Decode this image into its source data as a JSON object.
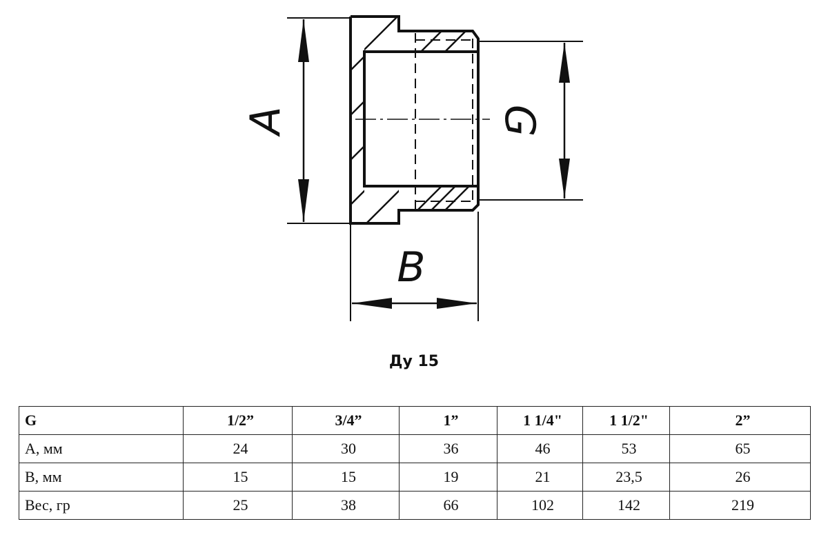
{
  "drawing": {
    "label_a": "A",
    "label_g": "G",
    "label_b": "B"
  },
  "caption": "Ду 15",
  "table": {
    "header": [
      "G",
      "1/2”",
      "3/4”",
      "1”",
      "1 1/4\"",
      "1 1/2\"",
      "2”"
    ],
    "rows": [
      [
        "A, мм",
        "24",
        "30",
        "36",
        "46",
        "53",
        "65"
      ],
      [
        "B, мм",
        "15",
        "15",
        "19",
        "21",
        "23,5",
        "26"
      ],
      [
        "Вес, гр",
        "25",
        "38",
        "66",
        "102",
        "142",
        "219"
      ]
    ]
  }
}
